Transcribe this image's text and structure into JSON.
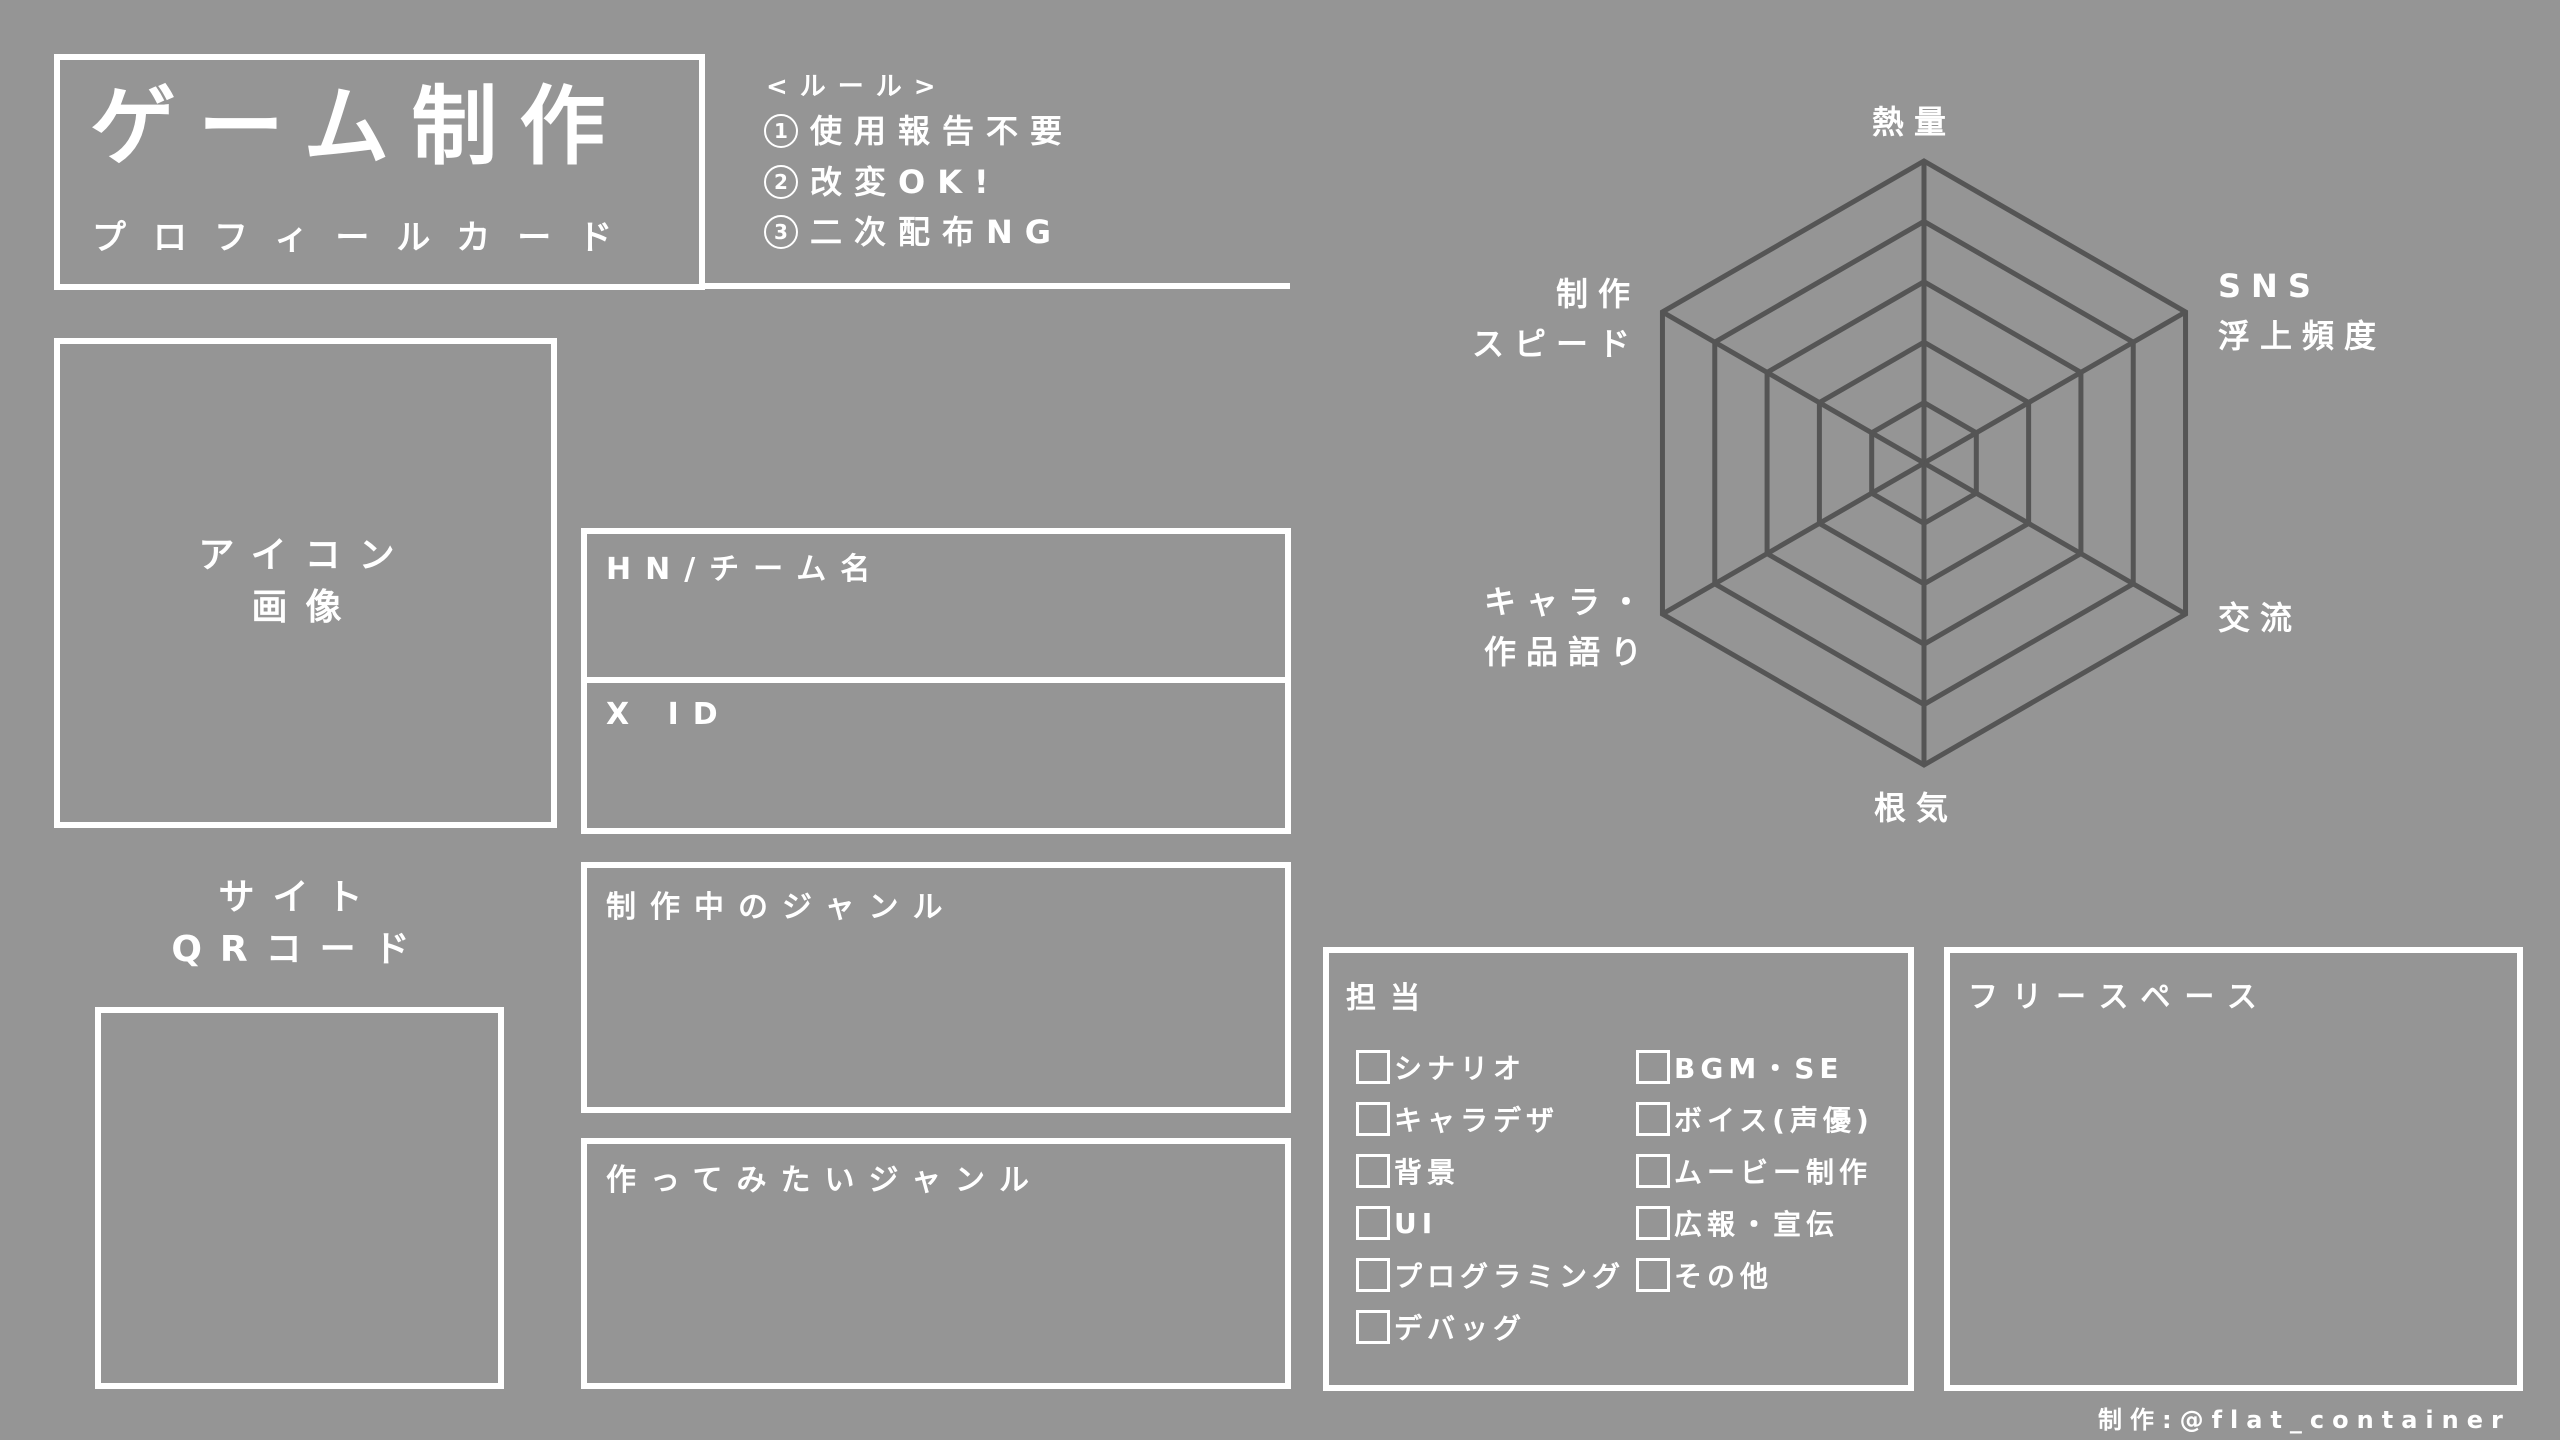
{
  "header": {
    "title": "ゲーム制作",
    "subtitle": "プロフィールカード"
  },
  "rules": {
    "heading": "<ルール>",
    "items": [
      {
        "num": "1",
        "text": "使用報告不要"
      },
      {
        "num": "2",
        "text": "改変OK!"
      },
      {
        "num": "3",
        "text": "二次配布NG"
      }
    ]
  },
  "icon_box": {
    "line1": "アイコン",
    "line2": "画像"
  },
  "qr": {
    "line1": "サイト",
    "line2": "QRコード"
  },
  "fields": {
    "handle_name": "HN/チーム名",
    "x_id": "X ID",
    "current_genre": "制作中のジャンル",
    "wanted_genre": "作ってみたいジャンル"
  },
  "radar": {
    "axes": [
      {
        "id": "passion",
        "lines": [
          "熱量"
        ]
      },
      {
        "id": "sns",
        "lines": [
          "SNS",
          "浮上頻度"
        ]
      },
      {
        "id": "exchange",
        "lines": [
          "交流"
        ]
      },
      {
        "id": "perseverance",
        "lines": [
          "根気"
        ]
      },
      {
        "id": "talk",
        "lines": [
          "キャラ・",
          "作品語り"
        ]
      },
      {
        "id": "speed",
        "lines": [
          "制作",
          "スピード"
        ]
      }
    ],
    "levels": 5,
    "grid_color": "#555555"
  },
  "roles": {
    "title": "担当",
    "left": [
      "シナリオ",
      "キャラデザ",
      "背景",
      "UI",
      "プログラミング",
      "デバッグ"
    ],
    "right": [
      "BGM・SE",
      "ボイス(声優)",
      "ムービー制作",
      "広報・宣伝",
      "その他"
    ]
  },
  "free_space": {
    "title": "フリースペース"
  },
  "footer": {
    "credit": "制作:@flat_container"
  },
  "colors": {
    "background": "#959595",
    "line": "#ffffff",
    "grid": "#555555"
  }
}
